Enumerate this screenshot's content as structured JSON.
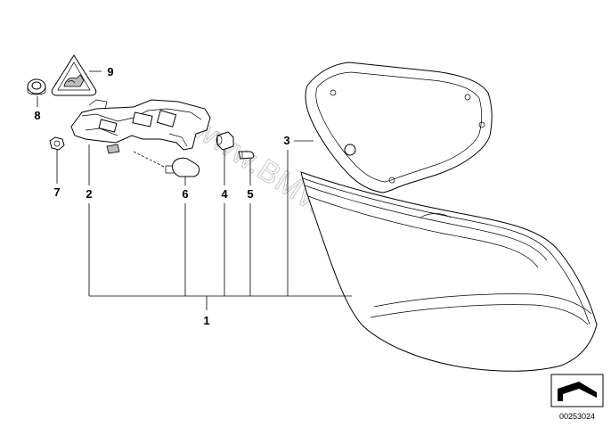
{
  "diagram": {
    "labels": {
      "p1": "1",
      "p2": "2",
      "p3": "3",
      "p4": "4",
      "p5": "5",
      "p6": "6",
      "p7": "7",
      "p8": "8",
      "p9": "9"
    },
    "watermark": "www.BMWstore.pl",
    "diagram_code": "00253024"
  }
}
